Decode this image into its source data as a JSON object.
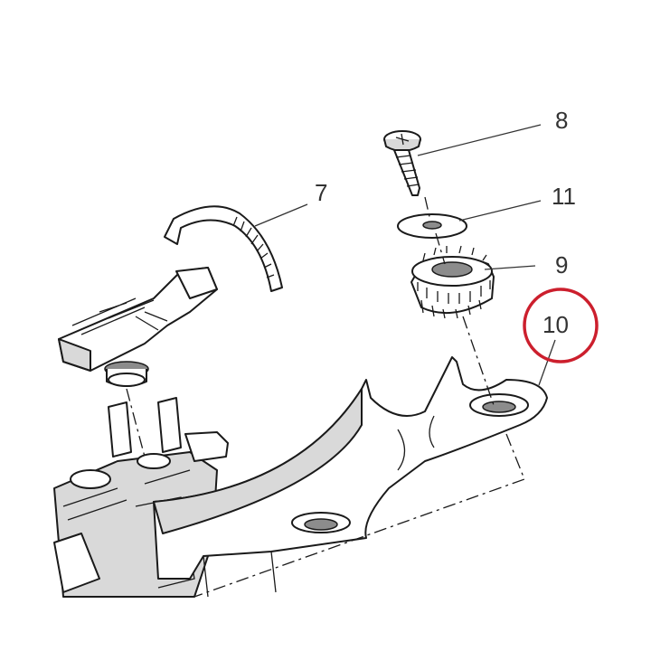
{
  "diagram": {
    "callouts": [
      {
        "id": "7",
        "label": "7"
      },
      {
        "id": "8",
        "label": "8"
      },
      {
        "id": "9",
        "label": "9"
      },
      {
        "id": "10",
        "label": "10"
      },
      {
        "id": "11",
        "label": "11"
      }
    ],
    "highlight": {
      "target": "10",
      "color": "#cc1f2d"
    },
    "parts": [
      "cable-tie",
      "screw",
      "washer",
      "rubber-grommet",
      "mounting-bracket",
      "sensor",
      "base-housing"
    ]
  }
}
